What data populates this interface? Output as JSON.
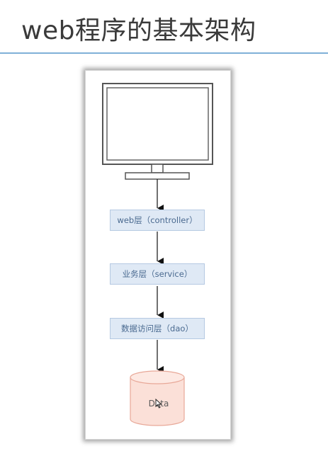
{
  "title": "web程序的基本架构",
  "diagram": {
    "layers": [
      {
        "label": "web层（controller）"
      },
      {
        "label": "业务层（service）"
      },
      {
        "label": "数据访问层（dao）"
      }
    ],
    "database": {
      "label": "Data"
    }
  },
  "colors": {
    "title_rule": "#7fb0d8",
    "layer_fill": "#dfe9f5",
    "layer_border": "#b5c9e2",
    "layer_text": "#4a6a90",
    "db_fill": "#fbe0d8",
    "db_border": "#e8a898"
  },
  "icons": [
    "monitor-icon",
    "database-icon",
    "arrow-down-icon",
    "mouse-cursor-icon"
  ]
}
